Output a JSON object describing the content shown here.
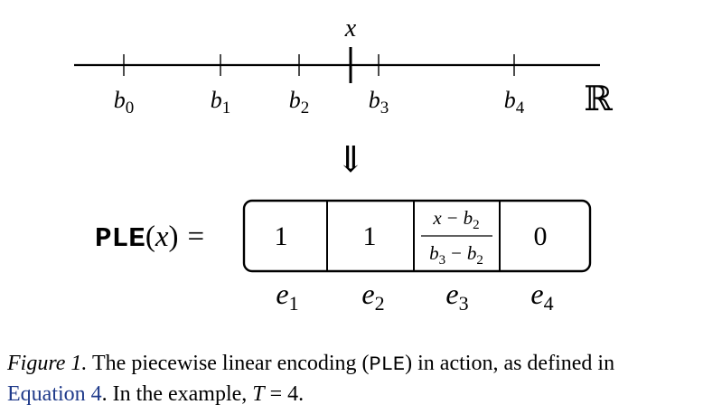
{
  "figure": {
    "number_line": {
      "point_label": "x",
      "boundaries": [
        {
          "base": "b",
          "sub": "0"
        },
        {
          "base": "b",
          "sub": "1"
        },
        {
          "base": "b",
          "sub": "2"
        },
        {
          "base": "b",
          "sub": "3"
        },
        {
          "base": "b",
          "sub": "4"
        }
      ],
      "domain_symbol": "ℝ"
    },
    "arrow_symbol": "⇓",
    "lhs": {
      "func": "PLE",
      "arg_open": "(",
      "arg": "x",
      "arg_close": ")",
      "equals": "="
    },
    "cells": [
      {
        "value": "1"
      },
      {
        "value": "1"
      },
      {
        "numerator": {
          "x": "x",
          "minus": "−",
          "b": "b",
          "sub": "2"
        },
        "denominator": {
          "b1": "b",
          "sub1": "3",
          "minus": "−",
          "b2": "b",
          "sub2": "2"
        }
      },
      {
        "value": "0"
      }
    ],
    "cell_labels": [
      {
        "base": "e",
        "sub": "1"
      },
      {
        "base": "e",
        "sub": "2"
      },
      {
        "base": "e",
        "sub": "3"
      },
      {
        "base": "e",
        "sub": "4"
      }
    ]
  },
  "caption": {
    "label": "Figure 1.",
    "text1": " The piecewise linear encoding (",
    "code": "PLE",
    "text2": ") in action, as defined in ",
    "link": "Equation 4",
    "text3": ". In the example, ",
    "var": "T",
    "text4": " = 4."
  }
}
